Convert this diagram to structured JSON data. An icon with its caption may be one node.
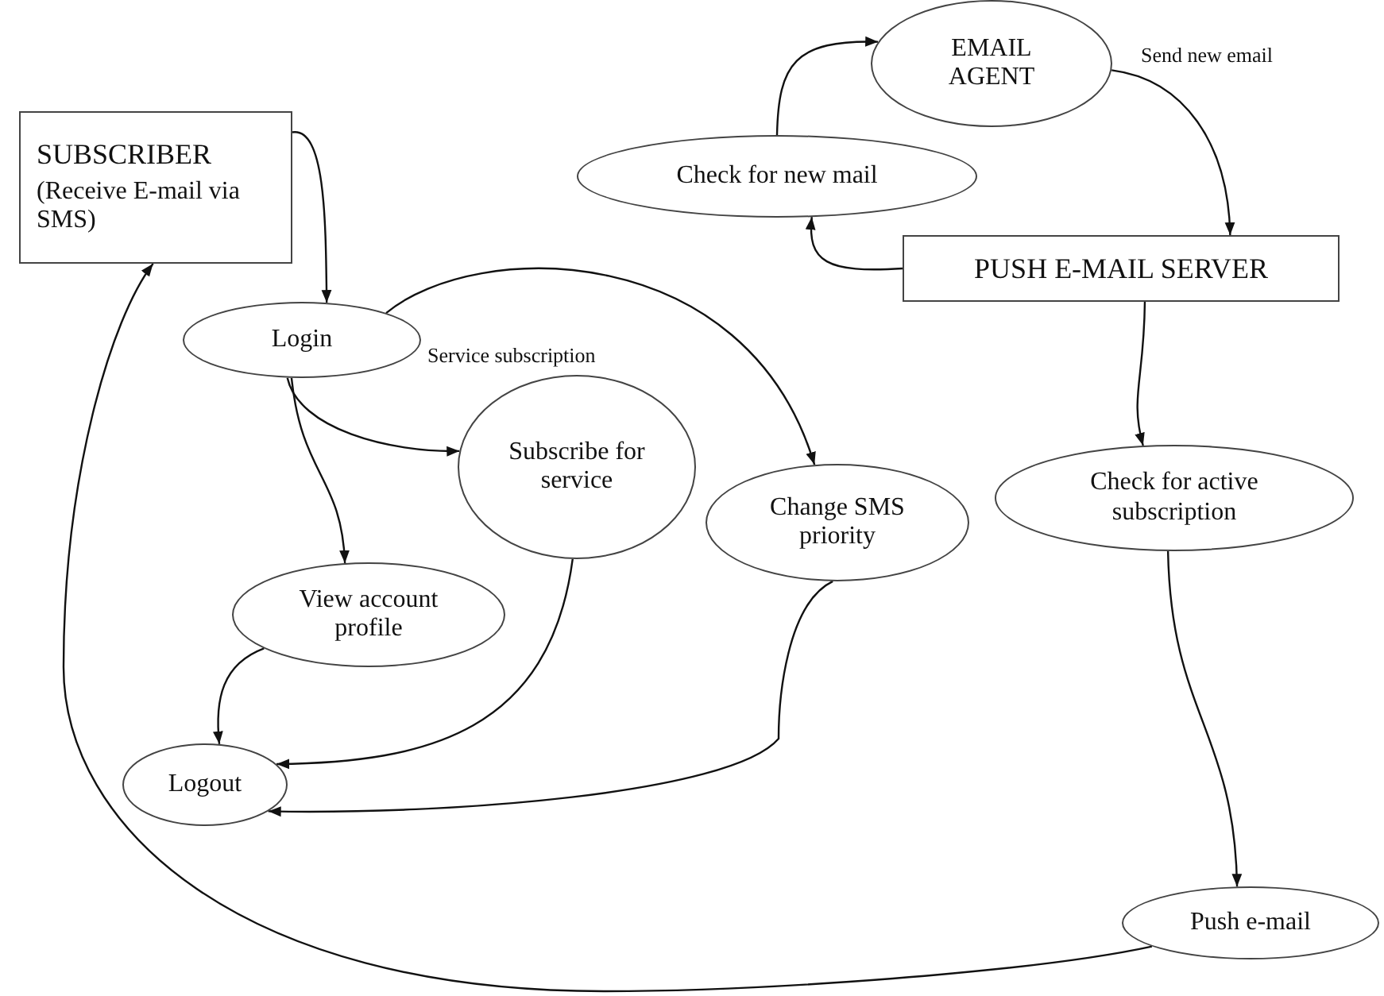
{
  "diagram": {
    "nodes": [
      {
        "text": [
          "SUBSCRIBER",
          "(Receive E-mail via SMS)"
        ]
      },
      {
        "text": [
          "EMAIL AGENT"
        ]
      },
      {
        "text": [
          "Check for new mail"
        ]
      },
      {
        "text": [
          "PUSH E-MAIL SERVER"
        ]
      },
      {
        "text": [
          "Login"
        ]
      },
      {
        "text": [
          "Subscribe for service"
        ]
      },
      {
        "text": [
          "Change SMS priority"
        ]
      },
      {
        "text": [
          "Check for active subscription"
        ]
      },
      {
        "text": [
          "View account profile"
        ]
      },
      {
        "text": [
          "Logout"
        ]
      },
      {
        "text": [
          "Push e-mail"
        ]
      }
    ],
    "edges": [
      {
        "from": 0,
        "to": 4,
        "arrow": "to"
      },
      {
        "from": 4,
        "to": 5,
        "arrow": "to"
      },
      {
        "from": 4,
        "to": 8,
        "arrow": "to"
      },
      {
        "from": 4,
        "to": 6,
        "arrow": "to"
      },
      {
        "from": 8,
        "to": 9,
        "arrow": "to"
      },
      {
        "from": 5,
        "to": 9,
        "arrow": "to"
      },
      {
        "from": 6,
        "to": 9,
        "arrow": "to"
      },
      {
        "from": 10,
        "to": 0,
        "arrow": "to"
      },
      {
        "from": 3,
        "to": 2,
        "arrow": "to"
      },
      {
        "from": 2,
        "to": 1,
        "arrow": "to"
      },
      {
        "from": 1,
        "to": 3,
        "arrow": "to",
        "label": "Send new email"
      },
      {
        "from": 3,
        "to": 7,
        "arrow": "to"
      },
      {
        "from": 7,
        "to": 10,
        "arrow": "to"
      }
    ],
    "labels": [
      "Service subscription"
    ]
  }
}
